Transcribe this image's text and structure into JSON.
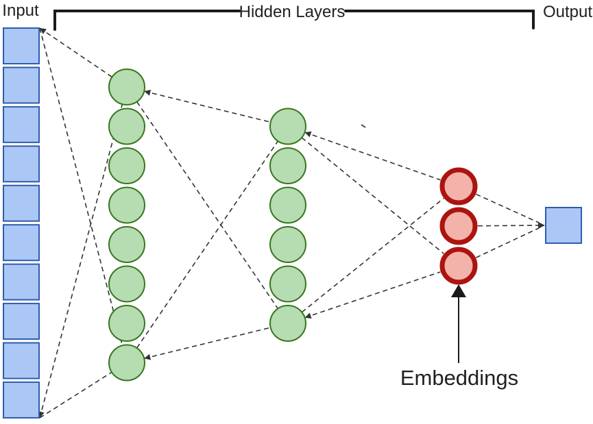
{
  "labels": {
    "input": "Input",
    "hidden_layers": "Hidden Layers",
    "output": "Output",
    "embeddings": "Embeddings"
  },
  "colors": {
    "input_fill": "#abc7f5",
    "input_stroke": "#2f5cad",
    "hidden_fill": "#b6dcb2",
    "hidden_stroke": "#38761d",
    "embedding_fill": "#f4b3aa",
    "embedding_stroke": "#ac1410",
    "line": "#333333",
    "bracket": "#1a1a1a",
    "text": "#212121"
  },
  "network": {
    "layers": [
      {
        "id": "input",
        "label": "Input",
        "node_type": "square",
        "node_count": 10
      },
      {
        "id": "hidden-1",
        "label": "Hidden Layers",
        "node_type": "circle",
        "node_count": 8
      },
      {
        "id": "hidden-2",
        "label": "Hidden Layers",
        "node_type": "circle",
        "node_count": 6
      },
      {
        "id": "embeddings",
        "label": "Embeddings",
        "node_type": "circle",
        "node_count": 3
      },
      {
        "id": "output",
        "label": "Output",
        "node_type": "square",
        "node_count": 1
      }
    ],
    "connection_style": "dashed"
  }
}
